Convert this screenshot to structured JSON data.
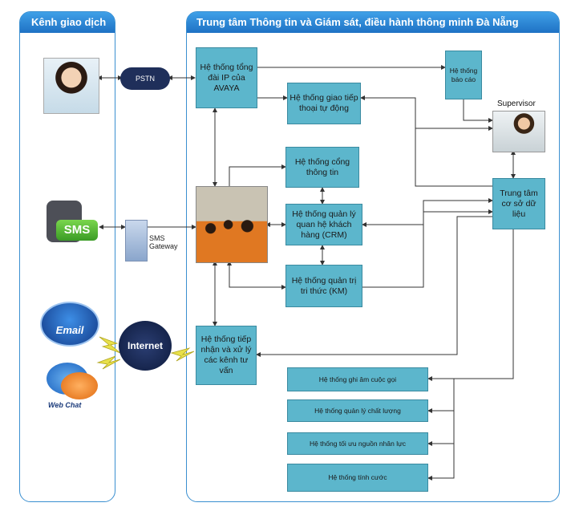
{
  "left_panel": {
    "title": "Kênh giao dịch"
  },
  "right_panel": {
    "title": "Trung tâm Thông tin và Giám sát, điều hành thông minh Đà Nẵng"
  },
  "channels": {
    "pstn": "PSTN",
    "sms": "SMS",
    "sms_gateway": [
      "SMS",
      "Gateway"
    ],
    "email": "Email",
    "internet": "Internet",
    "web_chat": "Web Chat"
  },
  "systems": {
    "avaya": "Hệ thống tổng đài IP của AVAYA",
    "ivr": "Hệ thống giao tiếp thoại tự động",
    "report": "Hệ thống báo cáo",
    "supervisor": "Supervisor",
    "portal": "Hệ thống cổng thông tin",
    "crm": "Hệ thống quản lý quan hệ khách hàng (CRM)",
    "km": "Hệ thống quản trị tri thức (KM)",
    "database": "Trung tâm cơ sở dữ liệu",
    "intake": "Hệ thống tiếp nhận và xử lý các kênh tư vấn",
    "recording": "Hệ thống ghi âm cuộc gọi",
    "quality": "Hệ thống quản lý chất lượng",
    "workforce": "Hệ thống tối ưu nguồn nhân lực",
    "billing": "Hệ thống tính cước"
  },
  "colors": {
    "box_fill": "#5cb6cc",
    "title_blue": "#1f72c4",
    "arrow": "#333333"
  }
}
